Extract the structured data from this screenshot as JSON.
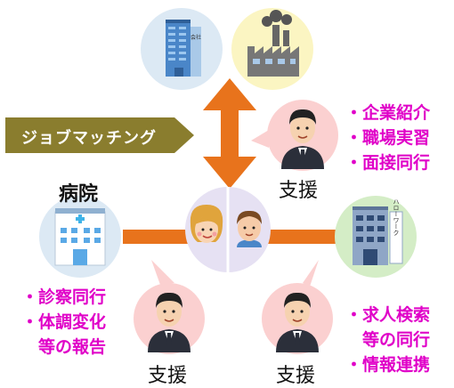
{
  "banner": {
    "label": "ジョブマッチング"
  },
  "hospital": {
    "label": "病院"
  },
  "support_label": "支援",
  "lists": {
    "company": [
      "・企業紹介",
      "・職場実習",
      "・面接同行"
    ],
    "hospital": [
      "・診察同行",
      "・体調変化",
      "　等の報告"
    ],
    "hellowork": [
      "・求人検索",
      "　等の同行",
      "・情報連携"
    ]
  },
  "hellowork_sign": "ハローワーク",
  "company_sign": "会社",
  "colors": {
    "arrow": "#e8731c",
    "connector": "#e8731c",
    "banner": "#8a7d2e",
    "magenta": "#e000c8",
    "circle_blue": "#dce9f4",
    "circle_yellow": "#fbf5c2",
    "circle_pink": "#fbd0d0",
    "circle_green": "#d4edc6",
    "circle_lavender": "#e6e1f3"
  }
}
